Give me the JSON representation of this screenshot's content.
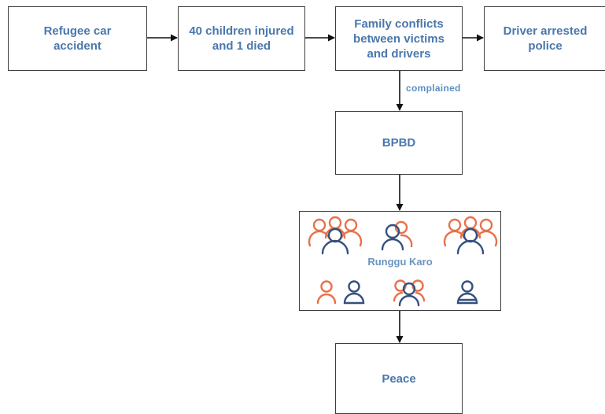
{
  "nodes": {
    "refugee_accident": "Refugee car\naccident",
    "children_injured": "40 children injured\nand 1 died",
    "family_conflicts": "Family conflicts\nbetween victims\nand drivers",
    "driver_arrested": "Driver arrested\npolice",
    "bpbd": "BPBD",
    "runggu_karo": "Runggu Karo",
    "peace": "Peace"
  },
  "edges": {
    "complained": "complained"
  },
  "icons": {
    "group_of_people": "people-group-icon",
    "pair_of_people": "people-pair-icon",
    "single_person": "person-icon"
  },
  "colors": {
    "node_text": "#4a77ad",
    "icon_orange": "#e8714a",
    "icon_navy": "#36507e",
    "border": "#3d3d3d"
  }
}
